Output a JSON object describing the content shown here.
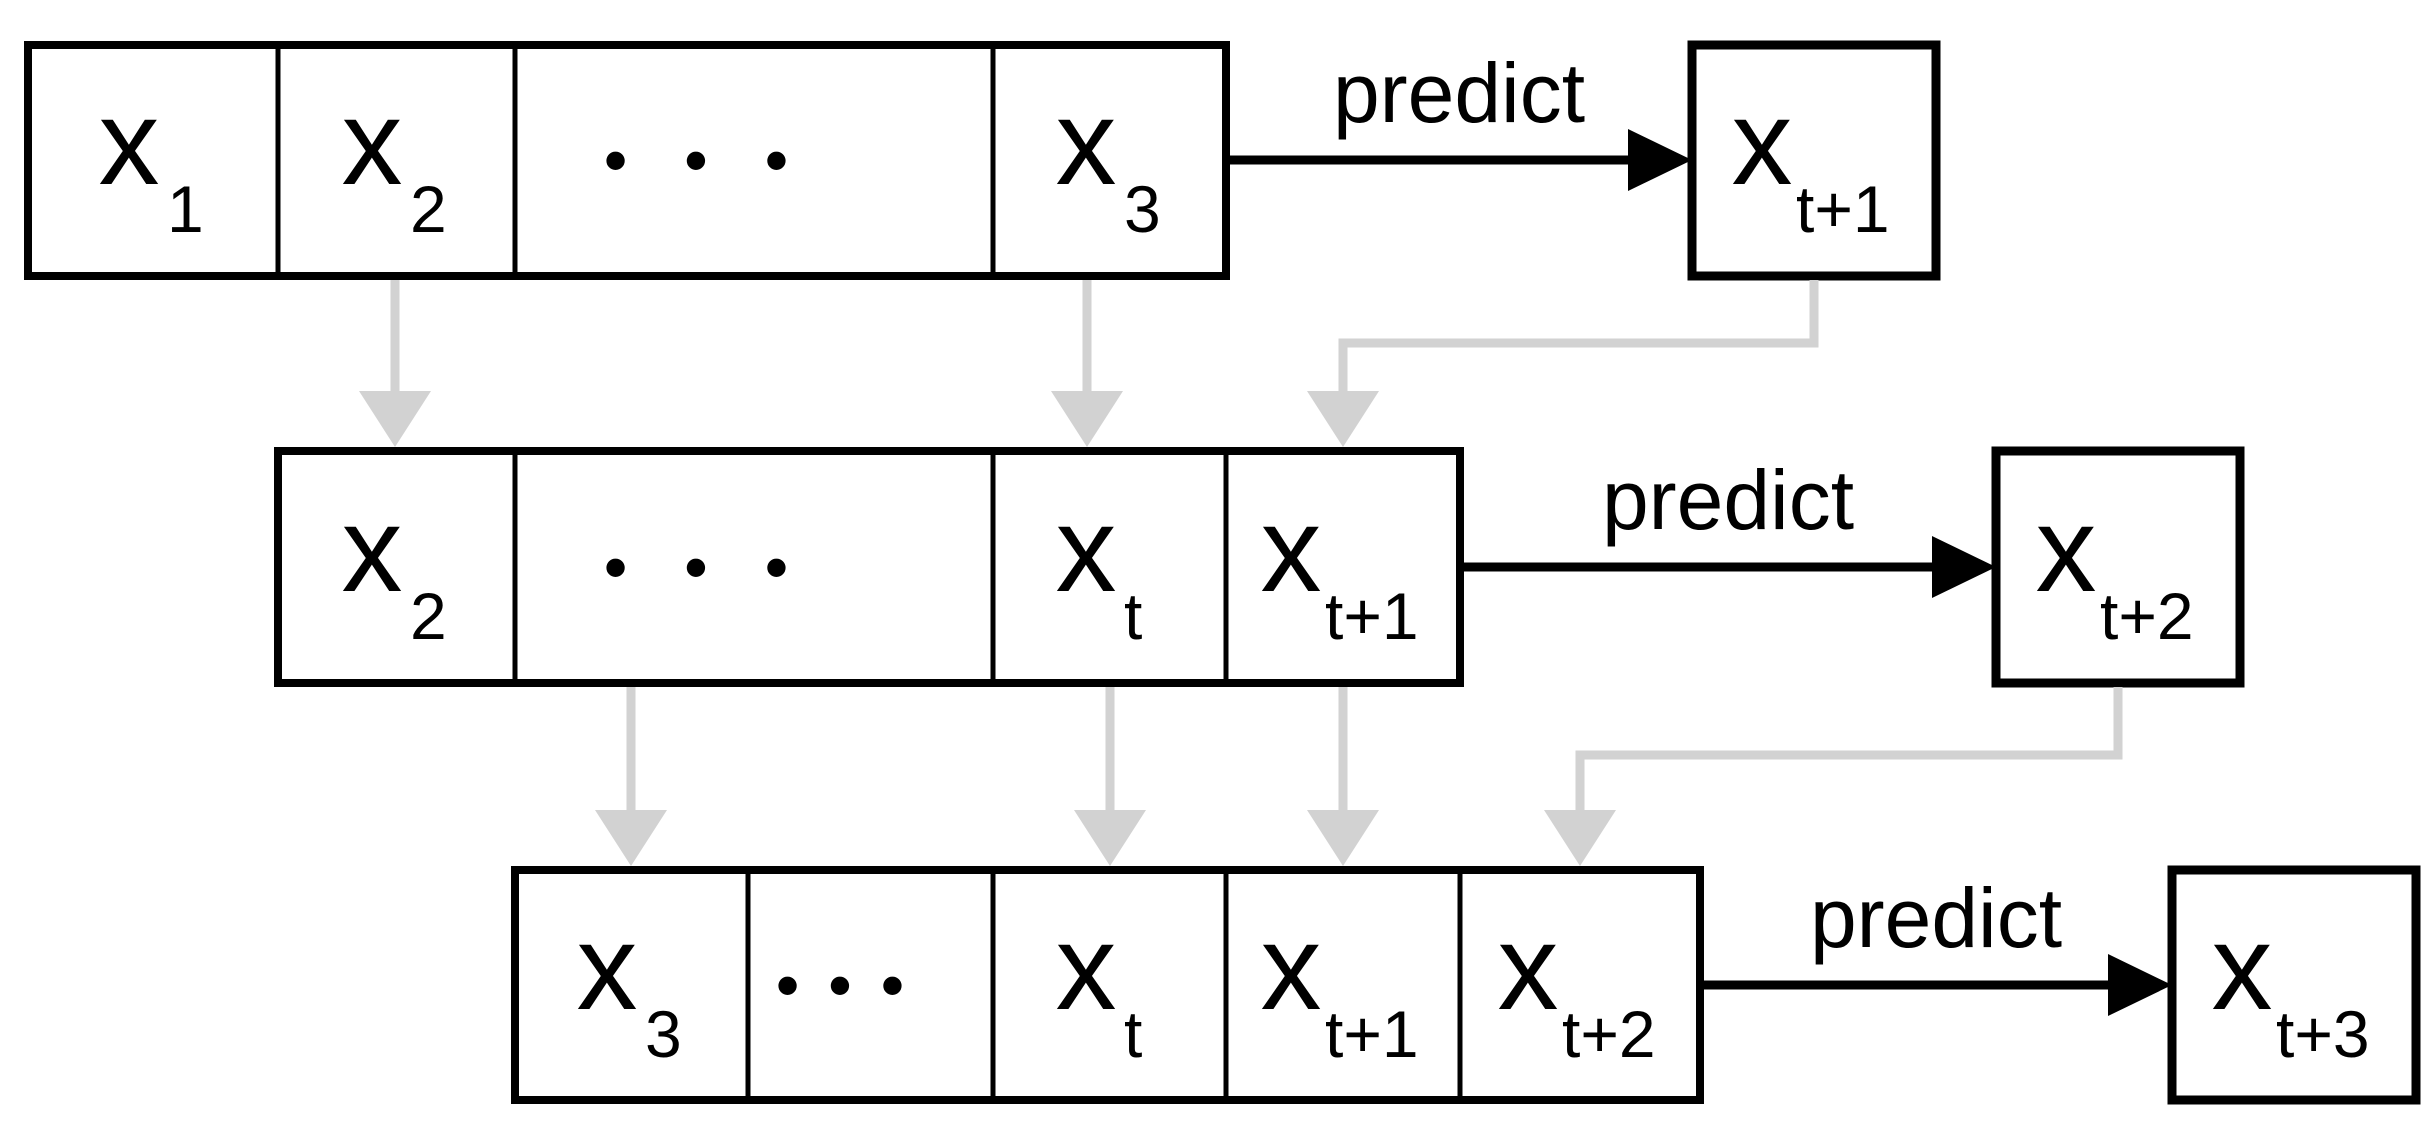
{
  "colors": {
    "line_black": "#000000",
    "carry_arrow_gray": "#d2d2d2",
    "background": "#ffffff"
  },
  "rows": [
    {
      "predict_label": "predict",
      "cells": [
        {
          "base": "x",
          "sub": "1"
        },
        {
          "base": "x",
          "sub": "2"
        },
        {
          "base": "•••",
          "sub": ""
        },
        {
          "base": "x",
          "sub": "3"
        }
      ],
      "result": {
        "base": "x",
        "sub": "t+1"
      }
    },
    {
      "predict_label": "predict",
      "cells": [
        {
          "base": "x",
          "sub": "2"
        },
        {
          "base": "•••",
          "sub": ""
        },
        {
          "base": "x",
          "sub": "t"
        },
        {
          "base": "x",
          "sub": "t+1"
        }
      ],
      "result": {
        "base": "x",
        "sub": "t+2"
      }
    },
    {
      "predict_label": "predict",
      "cells": [
        {
          "base": "x",
          "sub": "3"
        },
        {
          "base": "•••",
          "sub": ""
        },
        {
          "base": "x",
          "sub": "t"
        },
        {
          "base": "x",
          "sub": "t+1"
        },
        {
          "base": "x",
          "sub": "t+2"
        }
      ],
      "result": {
        "base": "x",
        "sub": "t+3"
      }
    }
  ]
}
